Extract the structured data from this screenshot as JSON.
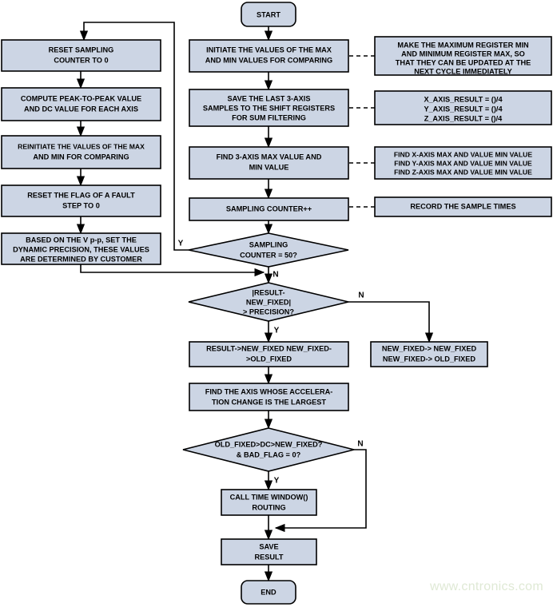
{
  "title": "Accelerometer Dynamic Precision Sampling Flowchart",
  "colors": {
    "node_fill": "#ccd5e4",
    "stroke": "#000000",
    "background": "#ffffff",
    "watermark": "#dfe9d5"
  },
  "watermark": "www.cntronics.com",
  "chart_data": {
    "type": "diagram",
    "diagram_type": "flowchart",
    "nodes": [
      {
        "id": "start",
        "shape": "terminator",
        "text": [
          "START"
        ]
      },
      {
        "id": "init_max_min",
        "shape": "process",
        "text": [
          "INITIATE THE VALUES OF THE MAX",
          "AND MIN VALUES FOR COMPARING"
        ]
      },
      {
        "id": "save_samples",
        "shape": "process",
        "text": [
          "SAVE THE LAST 3-AXIS",
          "SAMPLES TO THE SHIFT REGISTERS",
          "FOR SUM FILTERING"
        ]
      },
      {
        "id": "find_max_min",
        "shape": "process",
        "text": [
          "FIND 3-AXIS MAX VALUE AND",
          "MIN VALUE"
        ]
      },
      {
        "id": "counter_inc",
        "shape": "process",
        "text": [
          "SAMPLING COUNTER++"
        ]
      },
      {
        "id": "counter_50",
        "shape": "decision",
        "text": [
          "SAMPLING",
          "COUNTER = 50?"
        ]
      },
      {
        "id": "precision_check",
        "shape": "decision",
        "text": [
          "|RESULT-",
          "NEW_FIXED|",
          "> PRECISION?"
        ]
      },
      {
        "id": "result_assign",
        "shape": "process",
        "text": [
          "RESULT->NEW_FIXED NEW_FIXED-",
          ">OLD_FIXED"
        ]
      },
      {
        "id": "newfixed_assign",
        "shape": "process",
        "text": [
          "NEW_FIXED-> NEW_FIXED",
          "NEW_FIXED-> OLD_FIXED"
        ]
      },
      {
        "id": "find_axis",
        "shape": "process",
        "text": [
          "FIND THE AXIS WHOSE ACCELERA-",
          "TION CHANGE IS THE LARGEST"
        ]
      },
      {
        "id": "oldfixed_check",
        "shape": "decision",
        "text": [
          "OLD_FIXED>DC>NEW_FIXED?",
          "& BAD_FLAG = 0?"
        ]
      },
      {
        "id": "call_time_window",
        "shape": "process",
        "text": [
          "CALL TIME WINDOW()",
          "ROUTING"
        ]
      },
      {
        "id": "save_result",
        "shape": "process",
        "text": [
          "SAVE",
          "RESULT"
        ]
      },
      {
        "id": "end",
        "shape": "terminator",
        "text": [
          "END"
        ]
      },
      {
        "id": "reset_counter",
        "shape": "process",
        "text": [
          "RESET SAMPLING",
          "COUNTER TO 0"
        ]
      },
      {
        "id": "compute_pp",
        "shape": "process",
        "text": [
          "COMPUTE PEAK-TO-PEAK VALUE",
          "AND DC VALUE FOR EACH AXIS"
        ]
      },
      {
        "id": "reinit_max_min",
        "shape": "process",
        "text": [
          "REINITIATE THE VALUES OF THE MAX",
          "AND MIN FOR COMPARING"
        ]
      },
      {
        "id": "reset_flag",
        "shape": "process",
        "text": [
          "RESET THE FLAG OF A FAULT",
          "STEP TO 0"
        ]
      },
      {
        "id": "based_vpp",
        "shape": "process",
        "text": [
          "BASED ON THE V p-p, SET THE",
          "DYNAMIC PRECISION, THESE VALUES",
          "ARE DETERMINED BY CUSTOMER"
        ]
      },
      {
        "id": "note_max_min",
        "shape": "note",
        "text": [
          "MAKE THE MAXIMUM REGISTER MIN",
          "AND MINIMUM REGISTER MAX, SO",
          "THAT THEY CAN BE UPDATED AT THE",
          "NEXT CYCLE IMMEDIATELY"
        ]
      },
      {
        "id": "note_axis_result",
        "shape": "note",
        "text": [
          "X_AXIS_RESULT = ()/4",
          "Y_AXIS_RESULT = ()/4",
          "Z_AXIS_RESULT = ()/4"
        ]
      },
      {
        "id": "note_find_axis",
        "shape": "note",
        "text": [
          "FIND X-AXIS MAX AND VALUE MIN VALUE",
          "FIND Y-AXIS MAX AND VALUE MIN VALUE",
          "FIND Z-AXIS MAX AND VALUE MIN VALUE"
        ]
      },
      {
        "id": "note_record",
        "shape": "note",
        "text": [
          "RECORD THE SAMPLE TIMES"
        ]
      }
    ],
    "edges": [
      {
        "from": "start",
        "to": "init_max_min",
        "label": ""
      },
      {
        "from": "init_max_min",
        "to": "save_samples",
        "label": ""
      },
      {
        "from": "save_samples",
        "to": "find_max_min",
        "label": ""
      },
      {
        "from": "find_max_min",
        "to": "counter_inc",
        "label": ""
      },
      {
        "from": "counter_inc",
        "to": "counter_50",
        "label": ""
      },
      {
        "from": "counter_50",
        "to": "reset_counter",
        "label": "Y"
      },
      {
        "from": "counter_50",
        "to": "precision_check",
        "label": "N"
      },
      {
        "from": "precision_check",
        "to": "result_assign",
        "label": "Y"
      },
      {
        "from": "precision_check",
        "to": "newfixed_assign",
        "label": "N"
      },
      {
        "from": "result_assign",
        "to": "find_axis",
        "label": ""
      },
      {
        "from": "find_axis",
        "to": "oldfixed_check",
        "label": ""
      },
      {
        "from": "oldfixed_check",
        "to": "call_time_window",
        "label": "Y"
      },
      {
        "from": "oldfixed_check",
        "to": "save_result",
        "label": "N"
      },
      {
        "from": "call_time_window",
        "to": "save_result",
        "label": ""
      },
      {
        "from": "save_result",
        "to": "end",
        "label": ""
      },
      {
        "from": "reset_counter",
        "to": "compute_pp",
        "label": ""
      },
      {
        "from": "compute_pp",
        "to": "reinit_max_min",
        "label": ""
      },
      {
        "from": "reinit_max_min",
        "to": "reset_flag",
        "label": ""
      },
      {
        "from": "reset_flag",
        "to": "based_vpp",
        "label": ""
      },
      {
        "from": "based_vpp",
        "to": "precision_check",
        "label": ""
      },
      {
        "from": "init_max_min",
        "to": "note_max_min",
        "label": "",
        "style": "dashed"
      },
      {
        "from": "save_samples",
        "to": "note_axis_result",
        "label": "",
        "style": "dashed"
      },
      {
        "from": "find_max_min",
        "to": "note_find_axis",
        "label": "",
        "style": "dashed"
      },
      {
        "from": "counter_inc",
        "to": "note_record",
        "label": "",
        "style": "dashed"
      }
    ],
    "branch_labels": [
      "Y",
      "N"
    ]
  },
  "nodes": {
    "start": {
      "line1": "START"
    },
    "init_max_min": {
      "line1": "INITIATE THE VALUES OF THE MAX",
      "line2": "AND MIN VALUES FOR COMPARING"
    },
    "save_samples": {
      "line1": "SAVE THE LAST 3-AXIS",
      "line2": "SAMPLES TO THE SHIFT REGISTERS",
      "line3": "FOR SUM FILTERING"
    },
    "find_max_min": {
      "line1": "FIND 3-AXIS MAX VALUE AND",
      "line2": "MIN VALUE"
    },
    "counter_inc": {
      "line1": "SAMPLING COUNTER++"
    },
    "counter_50": {
      "line1": "SAMPLING",
      "line2": "COUNTER = 50?"
    },
    "precision_check": {
      "line1": "|RESULT-",
      "line2": "NEW_FIXED|",
      "line3": "> PRECISION?"
    },
    "result_assign": {
      "line1": "RESULT->NEW_FIXED NEW_FIXED-",
      "line2": ">OLD_FIXED"
    },
    "newfixed_assign": {
      "line1": "NEW_FIXED-> NEW_FIXED",
      "line2": "NEW_FIXED-> OLD_FIXED"
    },
    "find_axis": {
      "line1": "FIND THE AXIS WHOSE ACCELERA-",
      "line2": "TION CHANGE IS THE LARGEST"
    },
    "oldfixed_check": {
      "line1": "OLD_FIXED>DC>NEW_FIXED?",
      "line2": "& BAD_FLAG = 0?"
    },
    "call_time_window": {
      "line1": "CALL TIME WINDOW()",
      "line2": "ROUTING"
    },
    "save_result": {
      "line1": "SAVE",
      "line2": "RESULT"
    },
    "end": {
      "line1": "END"
    },
    "reset_counter": {
      "line1": "RESET SAMPLING",
      "line2": "COUNTER TO 0"
    },
    "compute_pp": {
      "line1": "COMPUTE PEAK-TO-PEAK VALUE",
      "line2": "AND DC VALUE FOR EACH AXIS"
    },
    "reinit_max_min": {
      "line1": "REINITIATE THE VALUES OF THE MAX",
      "line2": "AND MIN FOR COMPARING"
    },
    "reset_flag": {
      "line1": "RESET THE FLAG OF A FAULT",
      "line2": "STEP TO 0"
    },
    "based_vpp": {
      "line1": "BASED ON THE V p-p, SET THE",
      "line2": "DYNAMIC PRECISION, THESE VALUES",
      "line3": "ARE DETERMINED BY CUSTOMER"
    },
    "note_max_min": {
      "line1": "MAKE THE MAXIMUM REGISTER MIN",
      "line2": "AND MINIMUM REGISTER MAX, SO",
      "line3": "THAT THEY CAN BE UPDATED AT THE",
      "line4": "NEXT CYCLE IMMEDIATELY"
    },
    "note_axis_result": {
      "line1": "X_AXIS_RESULT = ()/4",
      "line2": "Y_AXIS_RESULT = ()/4",
      "line3": "Z_AXIS_RESULT = ()/4"
    },
    "note_find_axis": {
      "line1": "FIND X-AXIS MAX AND VALUE MIN VALUE",
      "line2": "FIND Y-AXIS MAX AND VALUE MIN VALUE",
      "line3": "FIND Z-AXIS MAX AND VALUE MIN VALUE"
    },
    "note_record": {
      "line1": "RECORD THE SAMPLE TIMES"
    }
  },
  "branches": {
    "counter50_yes": "Y",
    "counter50_no": "N",
    "precision_yes": "Y",
    "precision_no": "N",
    "oldfixed_yes": "Y",
    "oldfixed_no": "N"
  }
}
